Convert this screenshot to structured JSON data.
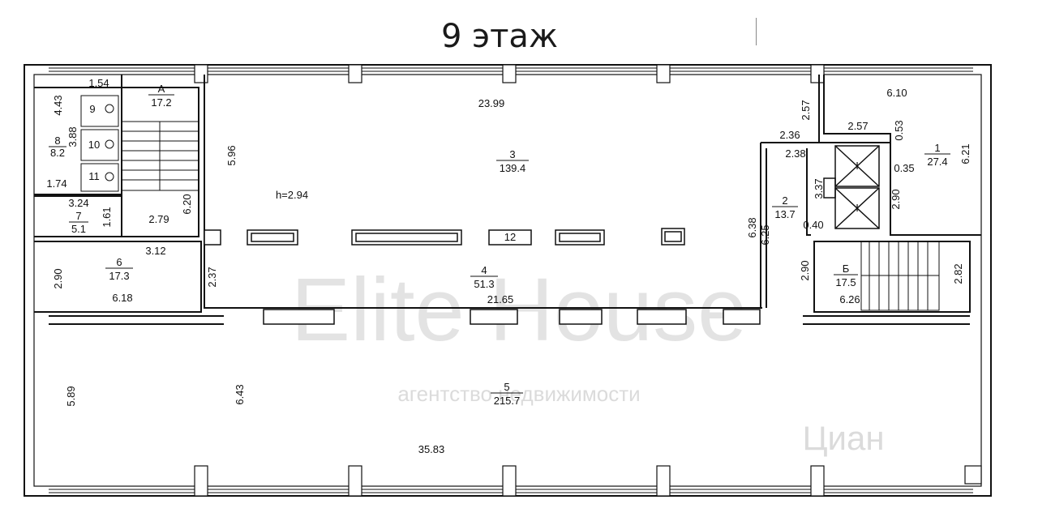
{
  "title": "9 этаж",
  "rooms": [
    {
      "id": "А",
      "area": "17.2"
    },
    {
      "id": "1",
      "area": "27.4"
    },
    {
      "id": "2",
      "area": "13.7"
    },
    {
      "id": "3",
      "area": "139.4"
    },
    {
      "id": "4",
      "area": "51.3"
    },
    {
      "id": "5",
      "area": "215.7"
    },
    {
      "id": "6",
      "area": "17.3"
    },
    {
      "id": "7",
      "area": "5.1"
    },
    {
      "id": "8",
      "area": "8.2"
    },
    {
      "id": "Б",
      "area": "17.5"
    }
  ],
  "small_rooms": [
    "9",
    "10",
    "11",
    "12"
  ],
  "lift_marks": [
    "I",
    "I"
  ],
  "ceiling_height": "h=2.94",
  "dimensions": [
    "1.54",
    "4.43",
    "3.88",
    "1.74",
    "3.24",
    "1.61",
    "2.79",
    "6.20",
    "3.12",
    "5.96",
    "23.99",
    "2.57",
    "6.10",
    "2.36",
    "2.57",
    "0.53",
    "2.38",
    "0.35",
    "6.21",
    "3.37",
    "2.90",
    "0.40",
    "6.38",
    "6.25",
    "2.90",
    "2.82",
    "6.26",
    "2.37",
    "2.90",
    "6.18",
    "21.65",
    "5.89",
    "6.43",
    "35.83"
  ],
  "watermark": {
    "brand": "Elite House",
    "tagline": "агентство недвижимости",
    "site": "Циан"
  },
  "colors": {
    "line": "#111111",
    "watermark": "#d8d8d8"
  }
}
